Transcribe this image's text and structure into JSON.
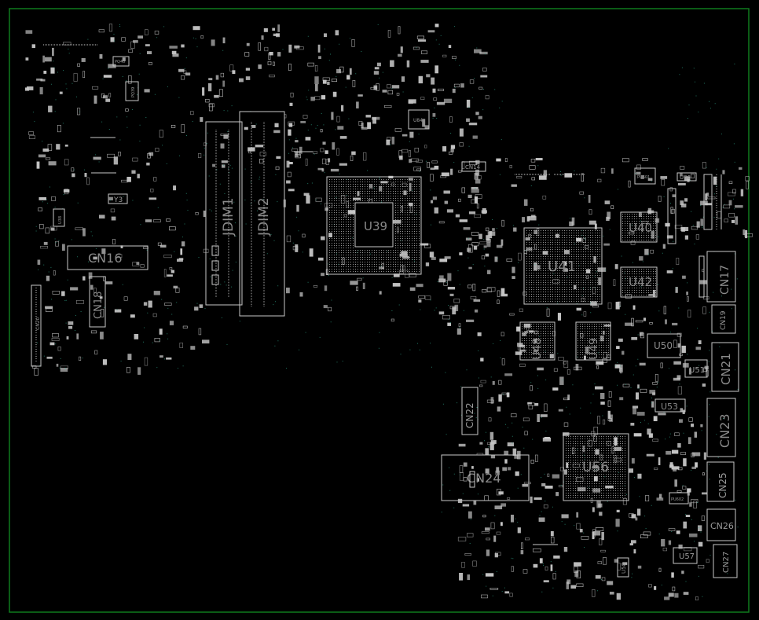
{
  "board": {
    "outline_color": "#0f7a1e",
    "silk_color": "#c8c8c8",
    "label_color": "#8a8a8a",
    "via_color": "#2fa58a"
  },
  "labels": {
    "jdim1": "JDIM1",
    "jdim2": "JDIM2",
    "u39": "U39",
    "u40": "U40",
    "u41": "U41",
    "u42": "U42",
    "u48": "U48",
    "u49": "U49",
    "u50": "U50",
    "u51": "U51",
    "u53": "U53",
    "u56": "U56",
    "u57": "U57",
    "u58": "U58",
    "u84": "U84",
    "u86": "U86",
    "y3": "Y3",
    "cn14": "CN14",
    "cn16": "CN16",
    "cn17": "CN17",
    "cn18": "CN18",
    "cn19": "CN19",
    "cn20": "CN20",
    "cn21": "CN21",
    "cn22": "CN22",
    "cn23": "CN23",
    "cn24": "CN24",
    "cn25": "CN25",
    "cn26": "CN26",
    "cn27": "CN27",
    "pq40": "PQ40",
    "pq39": "PQ39",
    "pu601": "PU601",
    "pu602": "PU602",
    "u38": "U38"
  }
}
